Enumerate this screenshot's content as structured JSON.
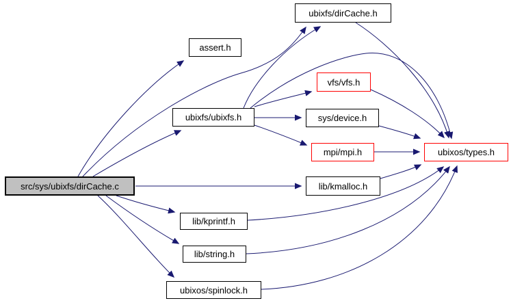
{
  "diagram": {
    "kind": "include-dependency-graph",
    "root_file": "src/sys/ubixfs/dirCache.c"
  },
  "colors": {
    "edge": "#191970",
    "node_border": "#000000",
    "highlight_border": "#ff0000",
    "root_fill": "#c0c0c0",
    "node_fill": "#ffffff",
    "text": "#000000",
    "background": "#ffffff"
  },
  "nodes": [
    {
      "id": "main",
      "label": "src/sys/ubixfs/dirCache.c",
      "style": "root"
    },
    {
      "id": "assert",
      "label": "assert.h",
      "style": "normal"
    },
    {
      "id": "dircache_h",
      "label": "ubixfs/dirCache.h",
      "style": "normal"
    },
    {
      "id": "ubixfs_h",
      "label": "ubixfs/ubixfs.h",
      "style": "normal"
    },
    {
      "id": "vfs",
      "label": "vfs/vfs.h",
      "style": "highlight"
    },
    {
      "id": "device",
      "label": "sys/device.h",
      "style": "normal"
    },
    {
      "id": "mpi",
      "label": "mpi/mpi.h",
      "style": "highlight"
    },
    {
      "id": "types",
      "label": "ubixos/types.h",
      "style": "highlight"
    },
    {
      "id": "kmalloc",
      "label": "lib/kmalloc.h",
      "style": "normal"
    },
    {
      "id": "kprintf",
      "label": "lib/kprintf.h",
      "style": "normal"
    },
    {
      "id": "string",
      "label": "lib/string.h",
      "style": "normal"
    },
    {
      "id": "spinlock",
      "label": "ubixos/spinlock.h",
      "style": "normal"
    }
  ],
  "edges": [
    {
      "from": "main",
      "to": "assert"
    },
    {
      "from": "main",
      "to": "dircache_h"
    },
    {
      "from": "main",
      "to": "ubixfs_h"
    },
    {
      "from": "main",
      "to": "kmalloc"
    },
    {
      "from": "main",
      "to": "kprintf"
    },
    {
      "from": "main",
      "to": "string"
    },
    {
      "from": "main",
      "to": "spinlock"
    },
    {
      "from": "ubixfs_h",
      "to": "dircache_h"
    },
    {
      "from": "ubixfs_h",
      "to": "vfs"
    },
    {
      "from": "ubixfs_h",
      "to": "device"
    },
    {
      "from": "ubixfs_h",
      "to": "mpi"
    },
    {
      "from": "ubixfs_h",
      "to": "types"
    },
    {
      "from": "dircache_h",
      "to": "types"
    },
    {
      "from": "vfs",
      "to": "types"
    },
    {
      "from": "device",
      "to": "types"
    },
    {
      "from": "mpi",
      "to": "types"
    },
    {
      "from": "kmalloc",
      "to": "types"
    },
    {
      "from": "kprintf",
      "to": "types"
    },
    {
      "from": "string",
      "to": "types"
    },
    {
      "from": "spinlock",
      "to": "types"
    }
  ]
}
